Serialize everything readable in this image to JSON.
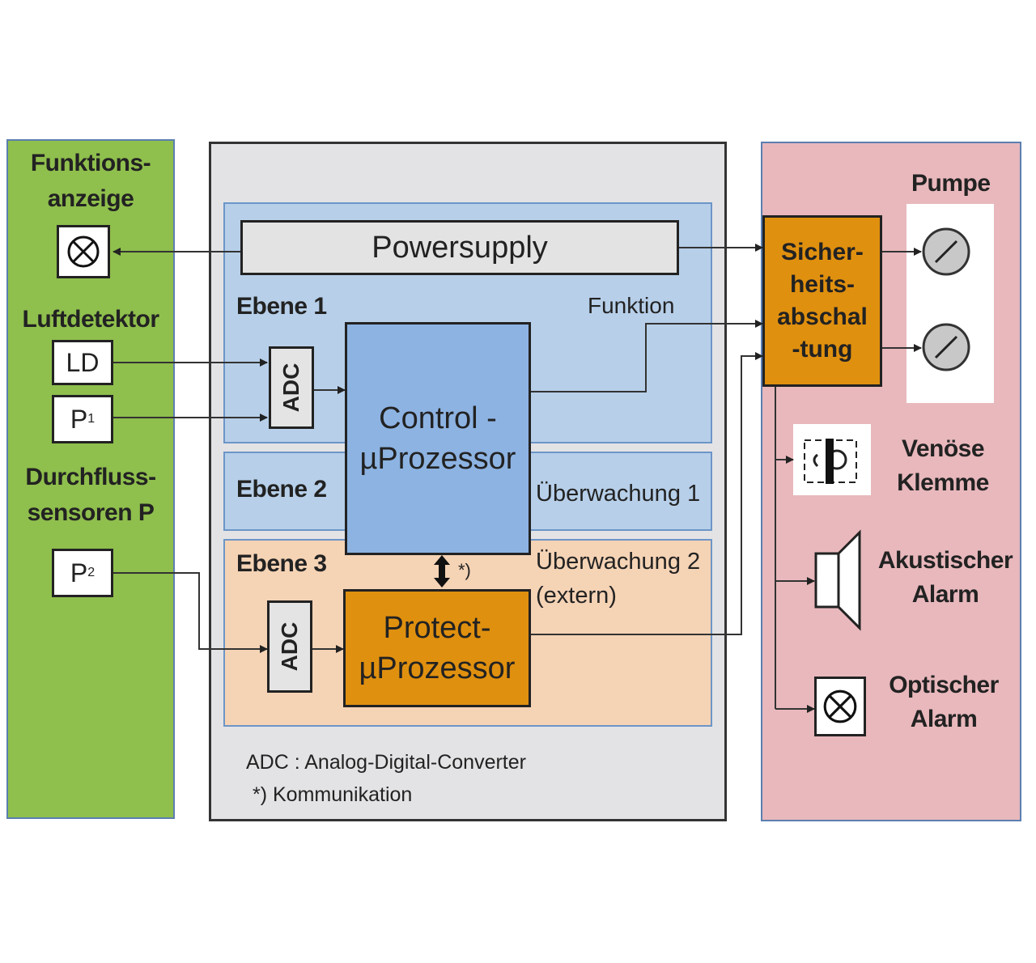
{
  "left_panel": {
    "funktionsanzeige_label": "Funktions-\nanzeige",
    "luftdetektor_label": "Luftdetektor",
    "ld_box": "LD",
    "p1_box": "P",
    "p1_sub": "1",
    "durchfluss_label": "Durchfluss-\nsensoren P",
    "p2_box": "P",
    "p2_sub": "2"
  },
  "middle_panel": {
    "powersupply": "Powersupply",
    "ebene1": "Ebene 1",
    "ebene2": "Ebene 2",
    "ebene3": "Ebene 3",
    "funktion": "Funktion",
    "ueberwachung1": "Überwachung 1",
    "ueberwachung2": "Überwachung 2",
    "extern": "(extern)",
    "adc": "ADC",
    "control_line1": "Control -",
    "control_line2": "µProzessor",
    "protect_line1": "Protect-",
    "protect_line2": "µProzessor",
    "comm_marker": "*)",
    "legend_adc": "ADC : Analog-Digital-Converter",
    "legend_comm": "*) Kommunikation"
  },
  "right_panel": {
    "pumpe": "Pumpe",
    "safety": "Sicher-\nheits-\nabschal\n-tung",
    "venoese_klemme": "Venöse\nKlemme",
    "akustischer_alarm": "Akustischer\nAlarm",
    "optischer_alarm": "Optischer\nAlarm"
  },
  "colors": {
    "left_panel": "#8fbf4d",
    "middle_panel": "#e3e3e5",
    "right_panel": "#e8b8bc",
    "control_cpu": "#8db3e2",
    "protect_cpu": "#e0900f",
    "safety": "#e0900f"
  }
}
